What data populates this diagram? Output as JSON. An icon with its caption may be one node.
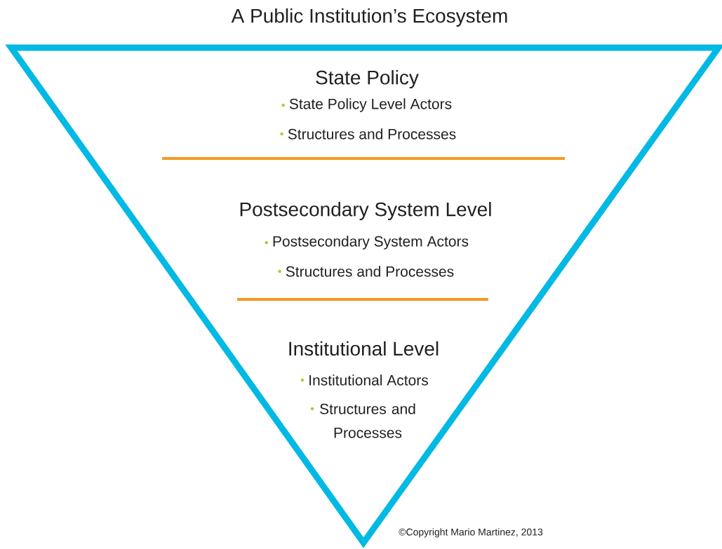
{
  "diagram": {
    "title": "A Public Institution’s Ecosystem",
    "nodes": [
      {
        "text": [],
        "shape": "triangle"
      },
      {
        "text": [
          "State Policy",
          "State Policy Level Actors",
          "Structures and Processes"
        ],
        "in": 0
      },
      {
        "text": [
          "Postsecondary System Level",
          "Postsecondary System Actors",
          "Structures and Processes"
        ],
        "in": 0
      },
      {
        "text": [
          "Institutional Level",
          "Institutional Actors",
          "Structures and Processes"
        ],
        "in": 0
      }
    ],
    "labels": [
      "©Copyright Mario Martinez, 2013"
    ]
  }
}
